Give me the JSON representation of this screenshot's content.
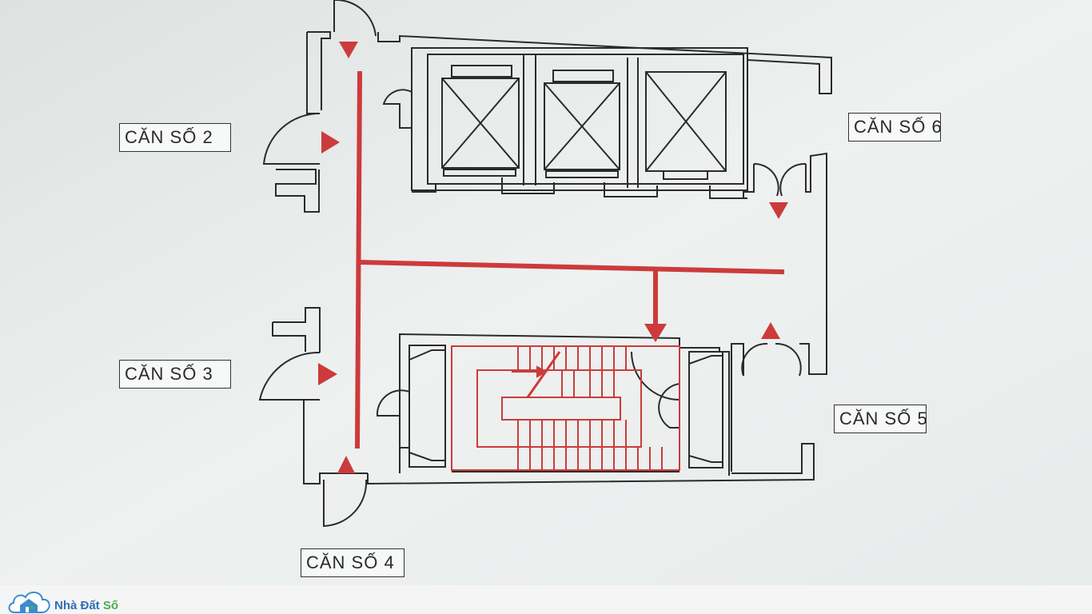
{
  "apartments": [
    {
      "id": "lbl-2",
      "label": "CĂN SỐ 2"
    },
    {
      "id": "lbl-3",
      "label": "CĂN SỐ 3"
    },
    {
      "id": "lbl-4",
      "label": "CĂN SỐ 4"
    },
    {
      "id": "lbl-5",
      "label": "CĂN SỐ 5"
    },
    {
      "id": "lbl-6",
      "label": "CĂN SỐ 6"
    }
  ],
  "watermark": {
    "part1": "Nhà Đất ",
    "part2": "Số"
  },
  "colors": {
    "wall": "#2b2b2b",
    "evacuation_route": "#cc3b3b",
    "background": "#e6ebea",
    "logo_blue": "#2e6fb5",
    "logo_green": "#4caf50"
  }
}
